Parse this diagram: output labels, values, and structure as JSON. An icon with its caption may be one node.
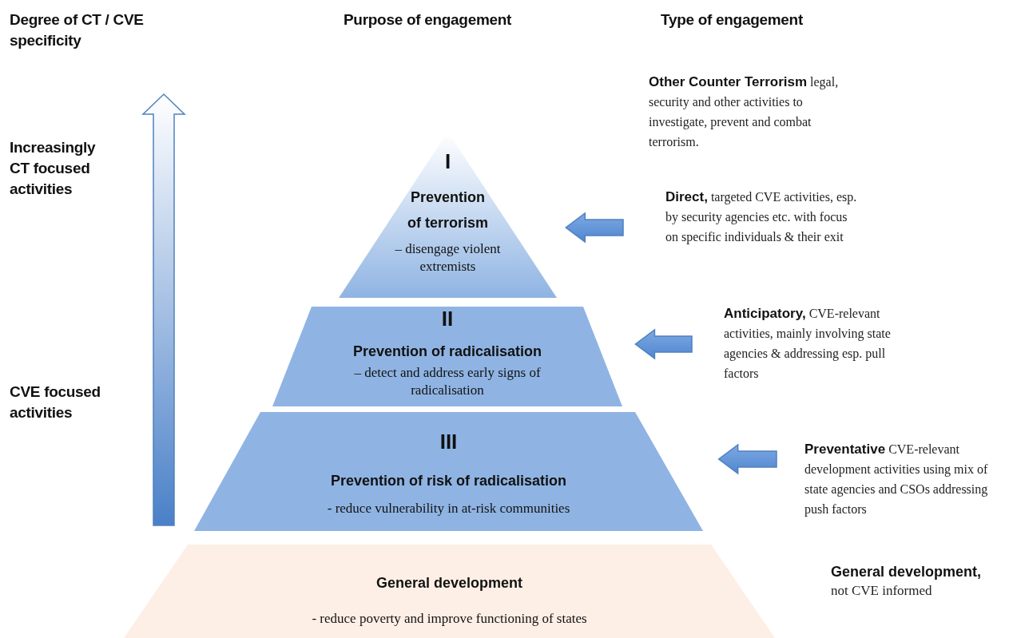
{
  "diagram": {
    "nodes": [
      {
        "text": [
          "I",
          "Prevention of terrorism",
          "– disengage violent extremists"
        ]
      },
      {
        "text": [
          "II",
          "Prevention of radicalisation",
          "– detect and address early signs of radicalisation"
        ]
      },
      {
        "text": [
          "III",
          "Prevention of risk of radicalisation",
          "- reduce vulnerability in at-risk communities"
        ]
      },
      {
        "text": [
          "General development",
          "- reduce poverty and improve functioning of states"
        ]
      },
      {
        "text": [
          "**Other Counter Terrorism** legal, security and other activities to investigate, prevent and combat terrorism."
        ]
      },
      {
        "text": [
          "**Direct,** targeted CVE activities, esp. by security agencies etc. with focus on specific individuals & their exit"
        ]
      },
      {
        "text": [
          "**Anticipatory,** CVE-relevant activities, mainly involving state agencies & addressing esp. pull factors"
        ]
      },
      {
        "text": [
          "**Preventative** CVE-relevant development activities using mix of state agencies and CSOs addressing push factors"
        ]
      },
      {
        "text": [
          "General development,",
          "not CVE informed"
        ]
      }
    ],
    "edges": [
      {
        "from": 5,
        "to": 0,
        "arrow": "to"
      },
      {
        "from": 6,
        "to": 1,
        "arrow": "to"
      },
      {
        "from": 7,
        "to": 2,
        "arrow": "to"
      }
    ],
    "labels": [
      "Degree of CT / CVE specificity",
      "Purpose of engagement",
      "Type of engagement",
      "Increasingly CT focused activities",
      "CVE focused activities"
    ]
  }
}
